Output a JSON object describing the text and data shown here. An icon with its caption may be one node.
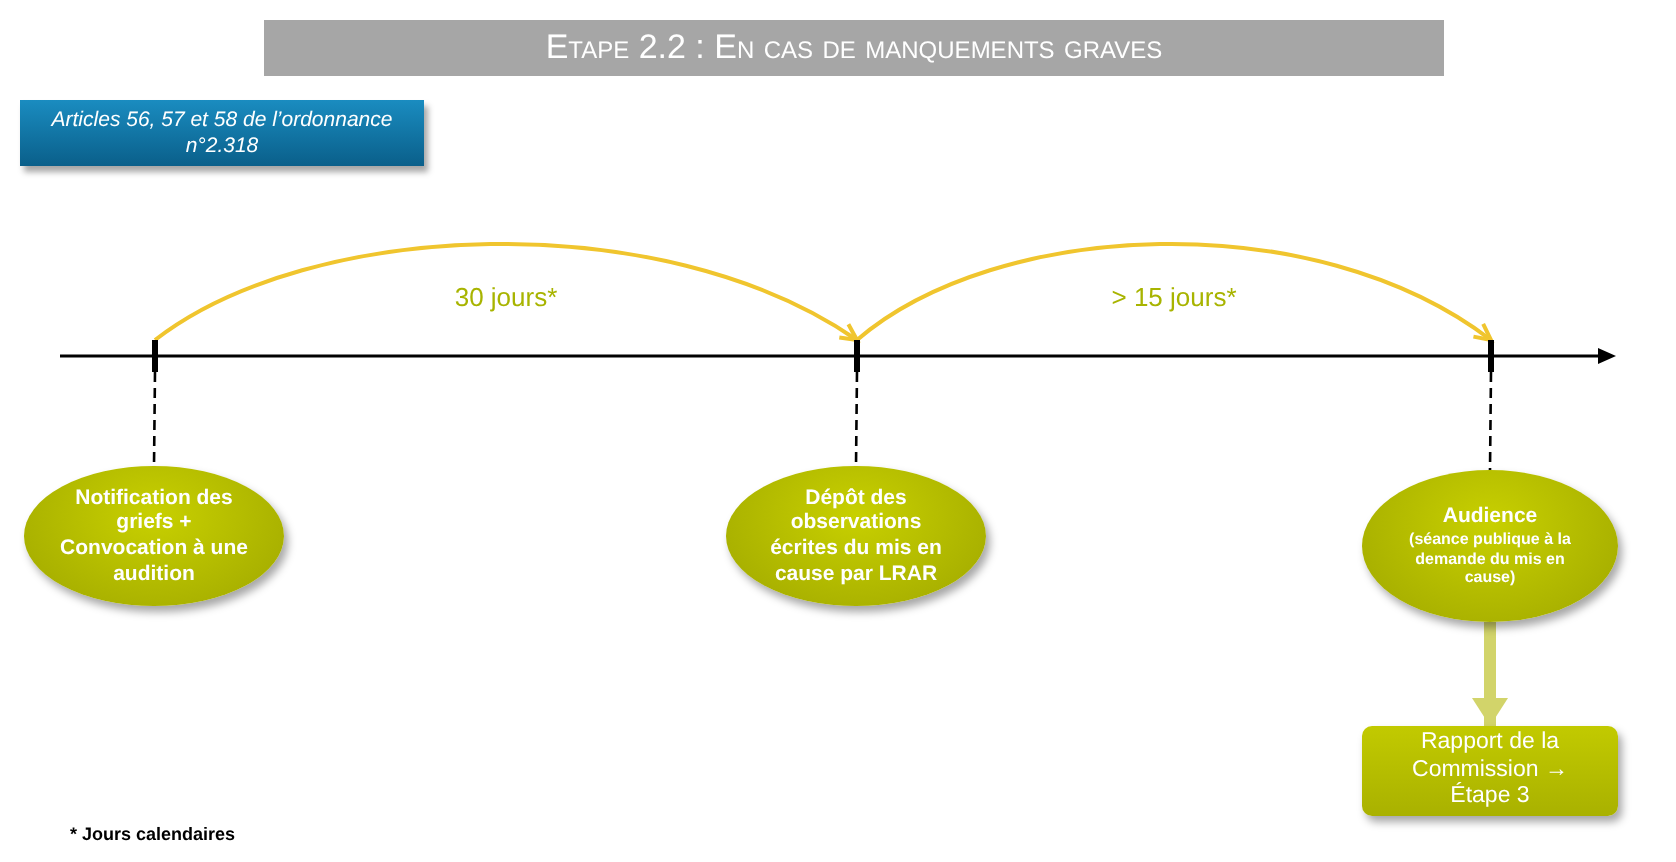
{
  "diagram": {
    "title": "Etape 2.2 : En cas de manquements graves",
    "nodes": [
      {
        "text": [
          "Articles 56, 57 et 58 de l’ordonnance n°2.318"
        ]
      },
      {
        "text": [],
        "shape": "bar"
      },
      {
        "text": [],
        "shape": "bar"
      },
      {
        "text": [],
        "shape": "bar"
      },
      {
        "text": [
          "Notification des griefs + Convocation à une audition"
        ]
      },
      {
        "text": [
          "Dépôt des observations écrites du mis en cause par LRAR"
        ]
      },
      {
        "text": [
          "Audience",
          "(séance publique à la demande du mis en cause)"
        ]
      },
      {
        "text": [
          "Rapport de la Commission → Étape 3"
        ]
      }
    ],
    "edges": [
      {
        "from": 1,
        "to": 2,
        "arrow": "to",
        "label": "30 jours*",
        "color": "#f0c52e"
      },
      {
        "from": 2,
        "to": 3,
        "arrow": "to",
        "label": "> 15 jours*",
        "color": "#f0c52e"
      },
      {
        "from": 1,
        "to": 4,
        "arrow": "none",
        "style": "dashed"
      },
      {
        "from": 2,
        "to": 5,
        "arrow": "none",
        "style": "dashed"
      },
      {
        "from": 3,
        "to": 6,
        "arrow": "none",
        "style": "dashed"
      },
      {
        "from": 6,
        "to": 7,
        "arrow": "to",
        "style": "thick",
        "color": "#d2d46a"
      }
    ],
    "labels": [
      "* Jours calendaires"
    ]
  }
}
